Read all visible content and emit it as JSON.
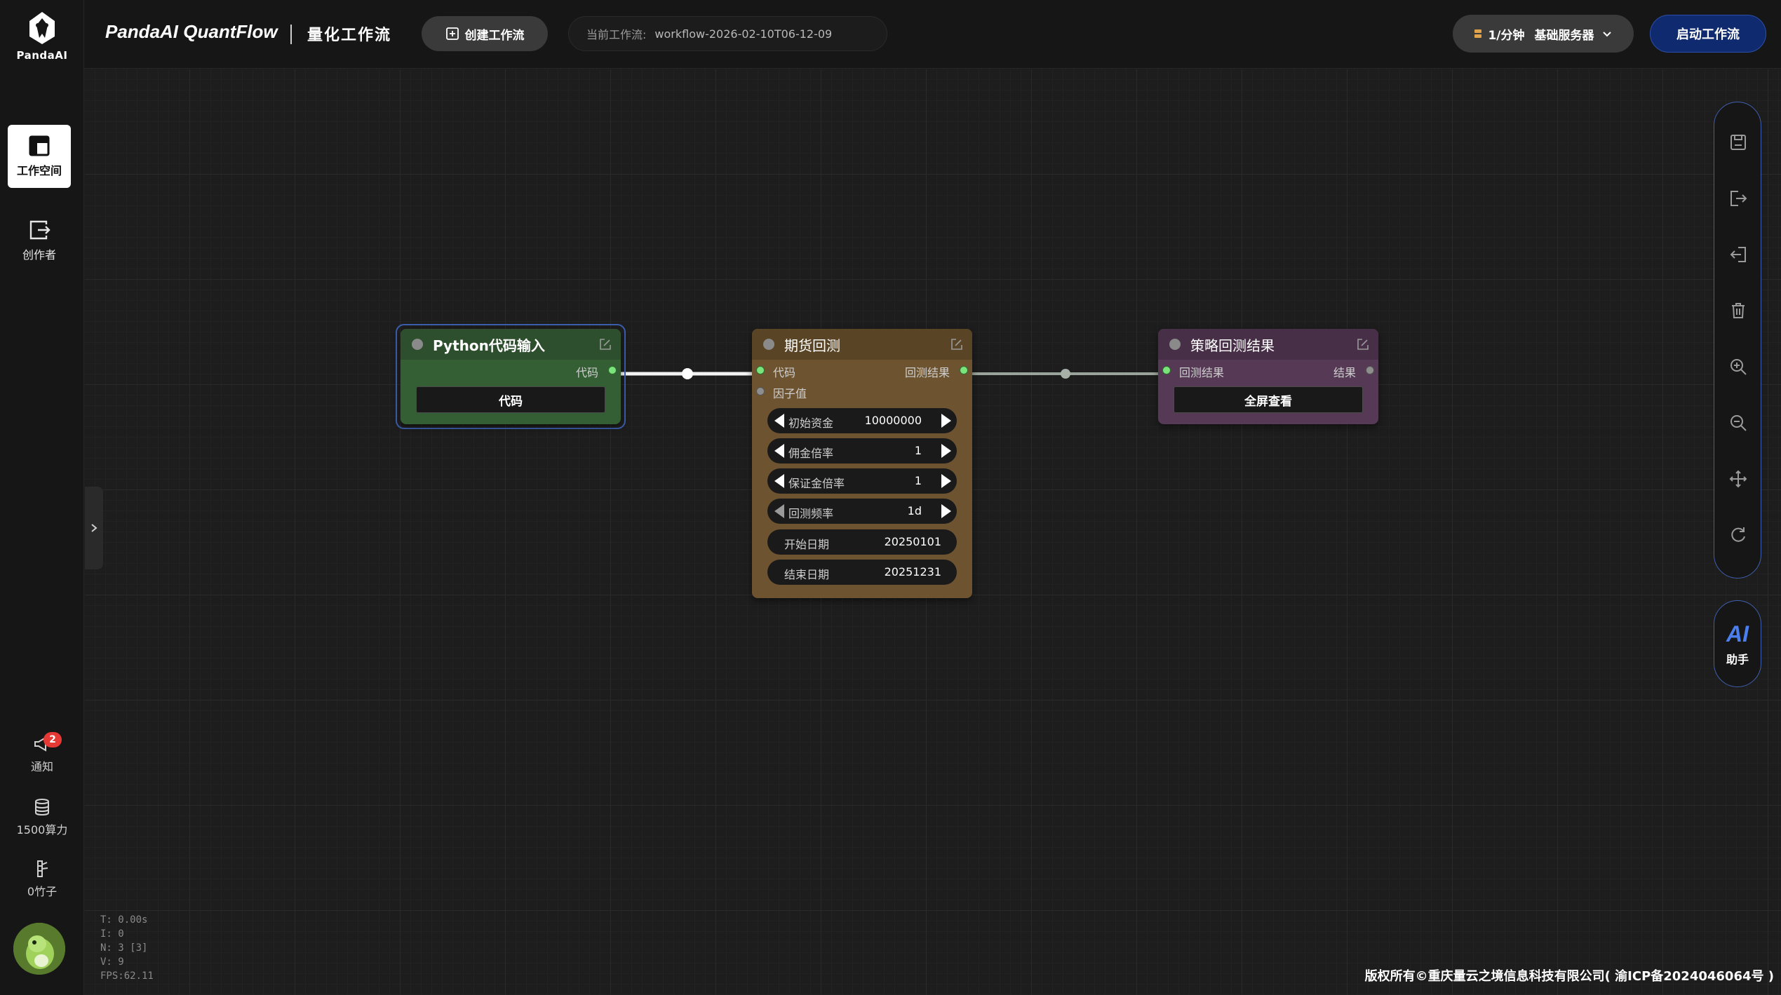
{
  "brand": {
    "logo_text": "PandaAI"
  },
  "header": {
    "app_title": "PandaAI QuantFlow",
    "app_subtitle": "量化工作流",
    "create_button": "创建工作流",
    "current_workflow_label": "当前工作流:",
    "current_workflow_value": "workflow-2026-02-10T06-12-09",
    "server_rate": "1/分钟",
    "server_name": "基础服务器",
    "start_button": "启动工作流"
  },
  "sidebar": {
    "workspace": "工作空间",
    "creator": "创作者",
    "notify": "通知",
    "notify_count": "2",
    "compute": "1500算力",
    "bamboo": "0竹子"
  },
  "nodes": {
    "python": {
      "title": "Python代码输入",
      "output_port": "代码",
      "button": "代码",
      "color": "#3b6a3b"
    },
    "futures": {
      "title": "期货回测",
      "input_code": "代码",
      "input_factor": "因子值",
      "output": "回测结果",
      "color": "#7a5a2e",
      "params": [
        {
          "label": "初始资金",
          "value": "10000000"
        },
        {
          "label": "佣金倍率",
          "value": "1"
        },
        {
          "label": "保证金倍率",
          "value": "1"
        },
        {
          "label": "回测频率",
          "value": "1d"
        },
        {
          "label": "开始日期",
          "value": "20250101"
        },
        {
          "label": "结束日期",
          "value": "20251231"
        }
      ]
    },
    "result": {
      "title": "策略回测结果",
      "input": "回测结果",
      "output": "结果",
      "button": "全屏查看",
      "color": "#5a3a5a"
    }
  },
  "assistant": {
    "ai": "AI",
    "label": "助手"
  },
  "stats": [
    "T: 0.00s",
    "I: 0",
    "N: 3 [3]",
    "V: 9",
    "FPS:62.11"
  ],
  "footer": {
    "copyright": "版权所有©重庆量云之境信息科技有限公司( 渝ICP备2024046064号 )"
  },
  "colors": {
    "accent": "#0f2a6e",
    "toolbar_border": "#3f5fae"
  }
}
